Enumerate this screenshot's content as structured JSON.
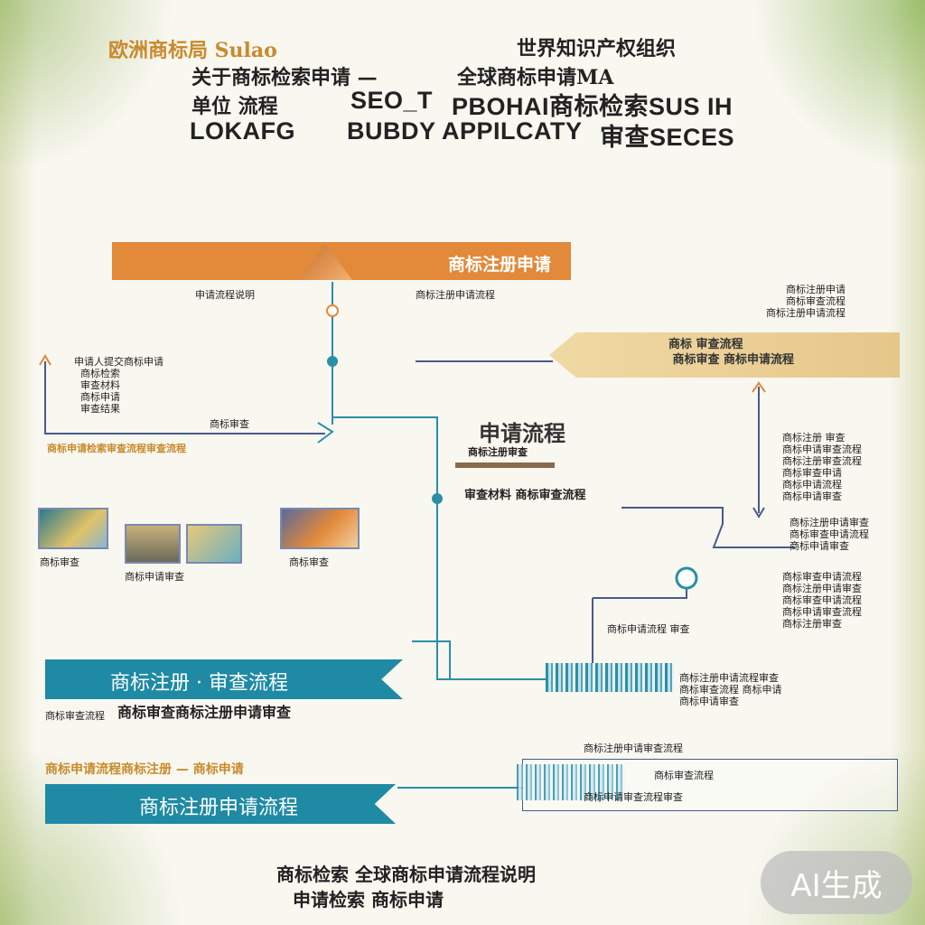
{
  "header": {
    "line1_left": "欧洲商标局 Sulao",
    "line1_right": "世界知识产权组织",
    "line2_left": "关于商标检索申请 —",
    "line2_right": "全球商标申请MA",
    "line3_left": "单位 流程",
    "line3_mid": "SEO_T",
    "line3_right": "PBOHAI商标检索SUS IH",
    "line4_left": "LOKAFG",
    "line4_mid": "BUBDY APPILCATY",
    "line4_right": "审查SECES"
  },
  "steps": {
    "top_banner": "商标注册申请",
    "top_banner_caption_left": "申请流程说明",
    "top_banner_caption_right": "商标注册申请流程",
    "left_notes": "申请人提交商标申请\n  商标检索\n  审查材料\n  商标申请\n  审查结果",
    "left_caption": "商标审查",
    "left_footer": "商标申请检索审查流程审查流程",
    "center_title": "申请流程",
    "center_sub": "商标注册审查",
    "center_caption": "审查材料 商标审查流程",
    "tan_banner": "商标 审查流程\n 商标审查 商标申请流程",
    "right_top_notes": "商标注册申请\n商标审查流程\n商标注册申请流程",
    "right_side_notes": "商标注册 审查\n商标申请审查流程\n商标注册审查流程\n商标审查申请\n商标申请流程\n商标申请审查",
    "right_mid_notes": "商标注册申请审查\n商标审查申请流程\n商标申请审查",
    "right_lower_notes": "商标审查申请流程\n商标注册申请审查\n商标审查申请流程\n商标申请审查流程\n商标注册审查",
    "center_lower_caption": "商标申请流程 审查",
    "right_bottom_notes": "商标注册申请流程审查\n商标审查流程 商标申请\n商标申请审查",
    "teal_banner_1": "商标注册 · 审查流程",
    "teal_banner_1_caption": "商标审查商标注册申请审查",
    "teal_banner_1_small": "商标审查流程",
    "teal_caption_2": "商标申请流程商标注册 — 商标申请",
    "teal_banner_2": "商标注册申请流程",
    "right_box_header": "商标注册申请审查流程",
    "right_box_line1": "商标审查流程",
    "right_box_line2": "商标申请审查流程审查",
    "thumb_caption_1": "商标审查",
    "thumb_caption_2": "商标申请审查",
    "thumb_caption_3": "商标审查"
  },
  "footer": {
    "line1": "商标检索 全球商标申请流程说明",
    "line2": "申请检索 商标申请"
  },
  "badge": {
    "label": "AI生成"
  },
  "colors": {
    "orange": "#e2893a",
    "teal": "#1f8aa4",
    "tan": "#ebcf92",
    "connector": "#2a8fa6",
    "navy_line": "#4a5a8c"
  }
}
